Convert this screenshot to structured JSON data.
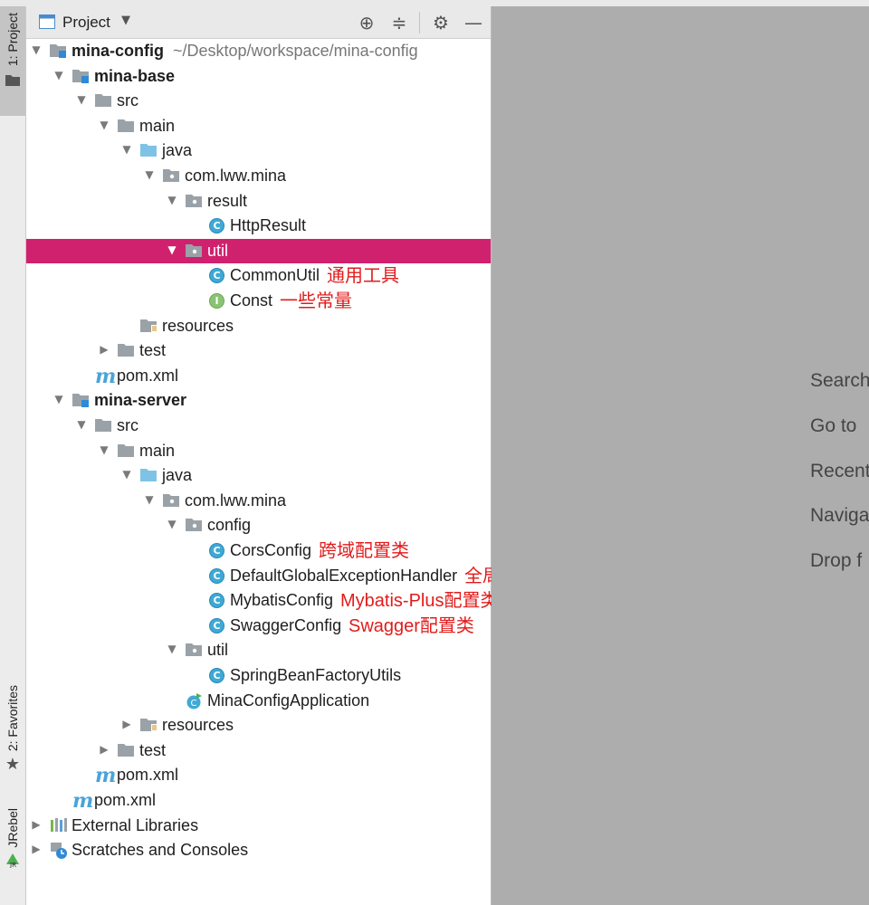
{
  "header": {
    "title": "Project"
  },
  "side": {
    "project_tab": "1: Project",
    "favorites_tab": "2: Favorites",
    "jrebel_tab": "JRebel"
  },
  "hints": [
    "Search",
    "Go to",
    "Recent",
    "Naviga",
    "Drop f"
  ],
  "tree": [
    {
      "depth": 0,
      "arrow": "down",
      "icon": "module-icon",
      "label": "mina-config",
      "bold": true,
      "path": "~/Desktop/workspace/mina-config"
    },
    {
      "depth": 1,
      "arrow": "down",
      "icon": "module-icon",
      "label": "mina-base",
      "bold": true
    },
    {
      "depth": 2,
      "arrow": "down",
      "icon": "folder-icon",
      "label": "src"
    },
    {
      "depth": 3,
      "arrow": "down",
      "icon": "folder-icon",
      "label": "main"
    },
    {
      "depth": 4,
      "arrow": "down",
      "icon": "source-folder-icon",
      "label": "java"
    },
    {
      "depth": 5,
      "arrow": "down",
      "icon": "package-icon",
      "label": "com.lww.mina"
    },
    {
      "depth": 6,
      "arrow": "down",
      "icon": "package-icon",
      "label": "result"
    },
    {
      "depth": 7,
      "arrow": "none",
      "icon": "class-icon",
      "label": "HttpResult"
    },
    {
      "depth": 6,
      "arrow": "down",
      "icon": "package-icon",
      "label": "util",
      "selected": true
    },
    {
      "depth": 7,
      "arrow": "none",
      "icon": "class-icon",
      "label": "CommonUtil",
      "annotation": "通用工具"
    },
    {
      "depth": 7,
      "arrow": "none",
      "icon": "interface-icon",
      "label": "Const",
      "annotation": "一些常量"
    },
    {
      "depth": 4,
      "arrow": "none",
      "icon": "resources-folder-icon",
      "label": "resources"
    },
    {
      "depth": 3,
      "arrow": "right",
      "icon": "folder-icon",
      "label": "test"
    },
    {
      "depth": 2,
      "arrow": "none",
      "icon": "maven-icon",
      "label": "pom.xml"
    },
    {
      "depth": 1,
      "arrow": "down",
      "icon": "module-icon",
      "label": "mina-server",
      "bold": true
    },
    {
      "depth": 2,
      "arrow": "down",
      "icon": "folder-icon",
      "label": "src"
    },
    {
      "depth": 3,
      "arrow": "down",
      "icon": "folder-icon",
      "label": "main"
    },
    {
      "depth": 4,
      "arrow": "down",
      "icon": "source-folder-icon",
      "label": "java"
    },
    {
      "depth": 5,
      "arrow": "down",
      "icon": "package-icon",
      "label": "com.lww.mina"
    },
    {
      "depth": 6,
      "arrow": "down",
      "icon": "package-icon",
      "label": "config"
    },
    {
      "depth": 7,
      "arrow": "none",
      "icon": "class-icon",
      "label": "CorsConfig",
      "annotation": "跨域配置类"
    },
    {
      "depth": 7,
      "arrow": "none",
      "icon": "class-icon",
      "label": "DefaultGlobalExceptionHandler",
      "annotation": "全局异常拦截器"
    },
    {
      "depth": 7,
      "arrow": "none",
      "icon": "class-icon",
      "label": "MybatisConfig",
      "annotation": "Mybatis-Plus配置类"
    },
    {
      "depth": 7,
      "arrow": "none",
      "icon": "class-icon",
      "label": "SwaggerConfig",
      "annotation": "Swagger配置类"
    },
    {
      "depth": 6,
      "arrow": "down",
      "icon": "package-icon",
      "label": "util"
    },
    {
      "depth": 7,
      "arrow": "none",
      "icon": "class-icon",
      "label": "SpringBeanFactoryUtils"
    },
    {
      "depth": 6,
      "arrow": "none",
      "icon": "spring-boot-app-icon",
      "label": "MinaConfigApplication"
    },
    {
      "depth": 4,
      "arrow": "right",
      "icon": "resources-folder-icon",
      "label": "resources"
    },
    {
      "depth": 3,
      "arrow": "right",
      "icon": "folder-icon",
      "label": "test"
    },
    {
      "depth": 2,
      "arrow": "none",
      "icon": "maven-icon",
      "label": "pom.xml"
    },
    {
      "depth": 1,
      "arrow": "none",
      "icon": "maven-icon",
      "label": "pom.xml"
    },
    {
      "depth": 0,
      "arrow": "right",
      "icon": "libraries-icon",
      "label": "External Libraries"
    },
    {
      "depth": 0,
      "arrow": "right",
      "icon": "scratches-icon",
      "label": "Scratches and Consoles"
    }
  ]
}
